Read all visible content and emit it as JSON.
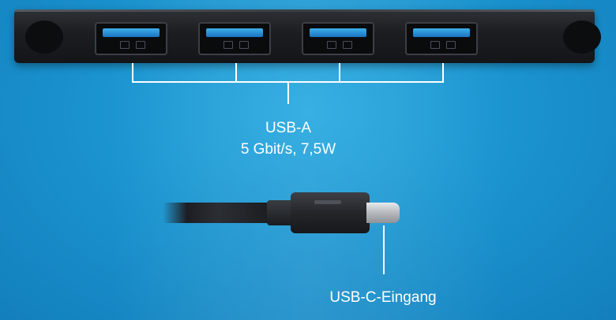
{
  "labels": {
    "usb_a_title": "USB-A",
    "usb_a_spec": "5 Gbit/s, 7,5W",
    "usb_c_input": "USB-C-Eingang"
  },
  "colors": {
    "background": "#1b95d0",
    "port_accent": "#2a8fe0",
    "device_body": "#1b1d20",
    "annotation_line": "#ffffff"
  },
  "hub": {
    "port_count": 4,
    "port_type": "usb-a-port-icon"
  },
  "cable": {
    "connector_type": "usb-c-plug-icon"
  }
}
